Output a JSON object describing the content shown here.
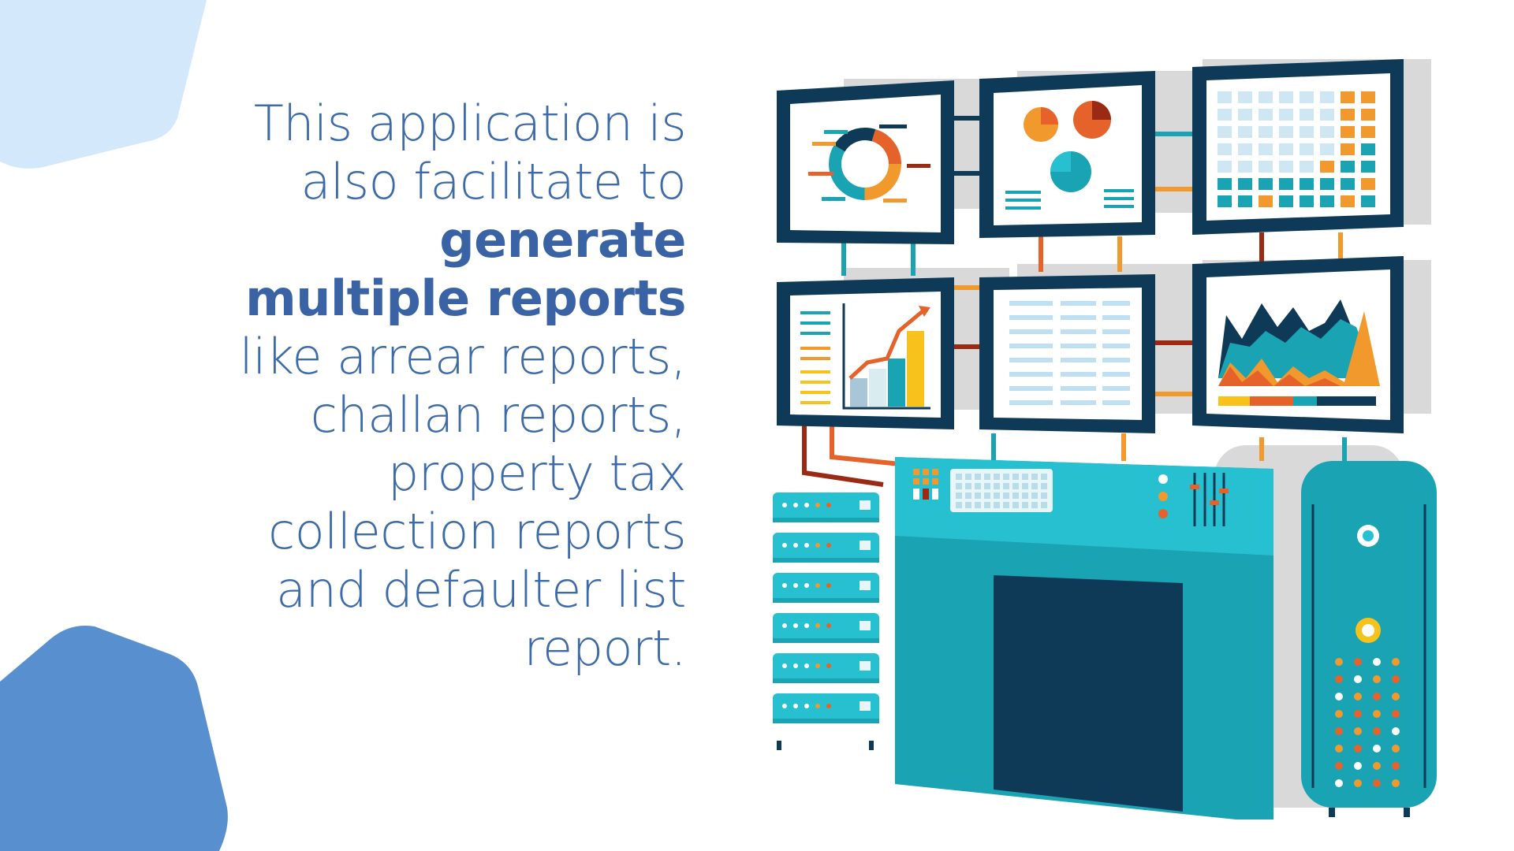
{
  "slide": {
    "lines": [
      {
        "text": "This application is",
        "bold": false
      },
      {
        "text": "also facilitate to",
        "bold": false
      },
      {
        "text": "generate",
        "bold": true
      },
      {
        "text": "multiple reports",
        "bold": true
      },
      {
        "text": "like arrear reports,",
        "bold": false
      },
      {
        "text": "challan reports,",
        "bold": false
      },
      {
        "text": "property tax",
        "bold": false
      },
      {
        "text": "collection reports",
        "bold": false
      },
      {
        "text": "and defaulter list",
        "bold": false
      },
      {
        "text": "report.",
        "bold": false
      }
    ]
  },
  "colors": {
    "text": "#3d6aa8",
    "blob_light": "#d3e9fb",
    "blob_dark": "#588fce",
    "navy": "#0e3a57",
    "teal": "#1aa3b3",
    "teal_light": "#27c0d0",
    "orange": "#f2992e",
    "red_orange": "#e5622a",
    "dark_red": "#9a2a14",
    "yellow": "#f7c21b"
  },
  "icons": {
    "illustration": "control-room-monitors-and-servers"
  }
}
